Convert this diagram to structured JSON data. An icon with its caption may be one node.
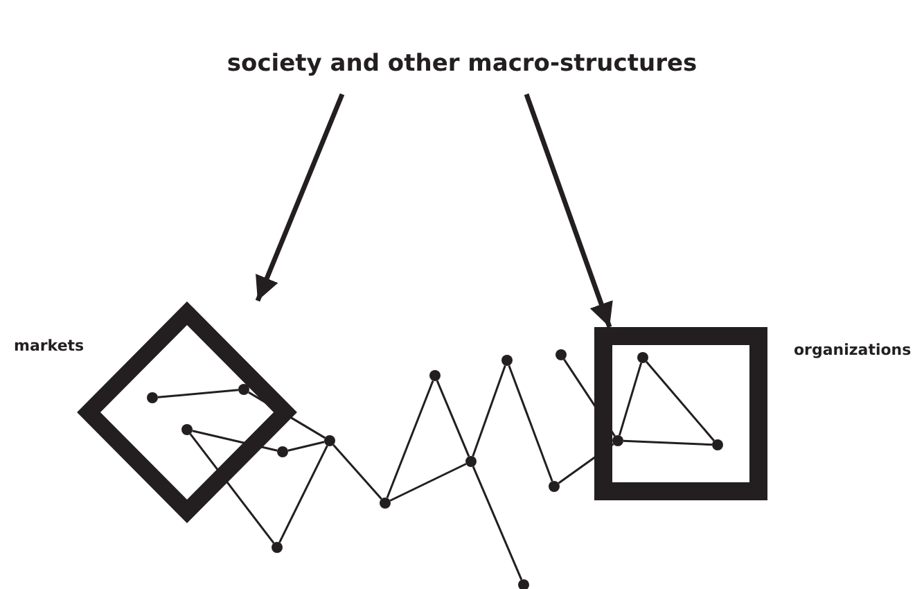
{
  "diagram": {
    "nodes": [
      {
        "text": [
          "society and other macro-structures"
        ]
      },
      {
        "text": [
          "markets"
        ]
      },
      {
        "text": [
          "organizations"
        ]
      },
      {
        "text": [],
        "shape": "circle",
        "in": 1
      },
      {
        "text": [],
        "shape": "circle",
        "in": 1
      },
      {
        "text": [],
        "shape": "circle",
        "in": 1
      },
      {
        "text": [],
        "shape": "circle"
      },
      {
        "text": [],
        "shape": "circle"
      },
      {
        "text": [],
        "shape": "circle"
      },
      {
        "text": [],
        "shape": "circle"
      },
      {
        "text": [],
        "shape": "circle"
      },
      {
        "text": [],
        "shape": "circle"
      },
      {
        "text": [],
        "shape": "circle"
      },
      {
        "text": [],
        "shape": "circle"
      },
      {
        "text": [],
        "shape": "circle"
      },
      {
        "text": [],
        "shape": "circle"
      },
      {
        "text": [],
        "shape": "circle",
        "in": 2
      },
      {
        "text": [],
        "shape": "circle",
        "in": 2
      },
      {
        "text": [],
        "shape": "circle",
        "in": 2
      }
    ],
    "edges": [
      {
        "from": 0,
        "to": 1,
        "arrow": "to",
        "style": "thick"
      },
      {
        "from": 0,
        "to": 2,
        "arrow": "to",
        "style": "thick"
      },
      {
        "from": 3,
        "to": 5,
        "arrow": "none"
      },
      {
        "from": 5,
        "to": 8,
        "arrow": "none"
      },
      {
        "from": 4,
        "to": 7,
        "arrow": "none"
      },
      {
        "from": 7,
        "to": 8,
        "arrow": "none"
      },
      {
        "from": 4,
        "to": 6,
        "arrow": "none"
      },
      {
        "from": 6,
        "to": 8,
        "arrow": "none"
      },
      {
        "from": 8,
        "to": 9,
        "arrow": "none"
      },
      {
        "from": 9,
        "to": 10,
        "arrow": "none"
      },
      {
        "from": 9,
        "to": 11,
        "arrow": "none"
      },
      {
        "from": 10,
        "to": 11,
        "arrow": "none"
      },
      {
        "from": 11,
        "to": 13,
        "arrow": "none"
      },
      {
        "from": 11,
        "to": 12,
        "arrow": "none"
      },
      {
        "from": 12,
        "to": 14,
        "arrow": "none"
      },
      {
        "from": 14,
        "to": 16,
        "arrow": "none"
      },
      {
        "from": 15,
        "to": 16,
        "arrow": "none"
      },
      {
        "from": 16,
        "to": 17,
        "arrow": "none"
      },
      {
        "from": 17,
        "to": 18,
        "arrow": "none"
      },
      {
        "from": 16,
        "to": 18,
        "arrow": "none"
      }
    ]
  }
}
